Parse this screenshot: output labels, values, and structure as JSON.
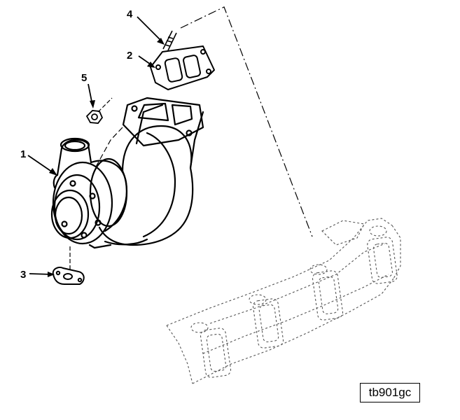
{
  "callouts": {
    "c1": "1",
    "c2": "2",
    "c3": "3",
    "c4": "4",
    "c5": "5"
  },
  "figure_tag": "tb901gc"
}
